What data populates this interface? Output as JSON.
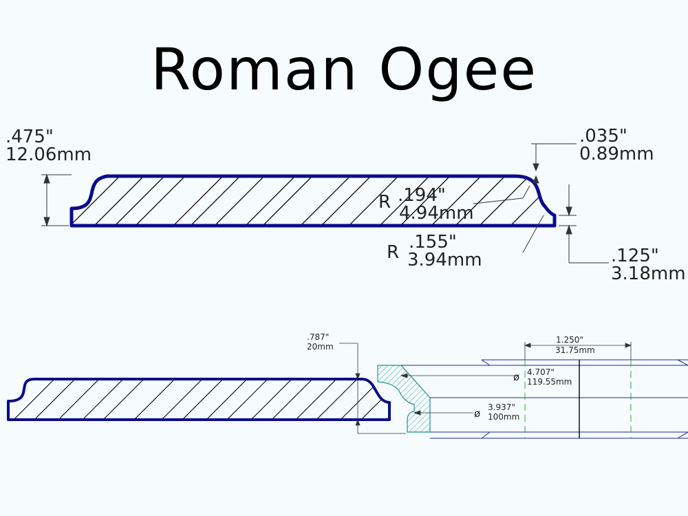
{
  "title": "Roman Ogee",
  "top_profile": {
    "height_in": ".475\"",
    "height_mm": "12.06mm",
    "step_in": ".035\"",
    "step_mm": "0.89mm",
    "radius1_prefix": "R",
    "radius1_in": ".194\"",
    "radius1_mm": "4.94mm",
    "radius2_prefix": "R",
    "radius2_in": ".155\"",
    "radius2_mm": "3.94mm",
    "lip_in": ".125\"",
    "lip_mm": "3.18mm"
  },
  "bottom_profile": {
    "height_in": ".787\"",
    "height_mm": "20mm",
    "width_in": "1.250\"",
    "width_mm": "31.75mm",
    "outer_dia_symbol": "ø",
    "outer_dia_in": "4.707\"",
    "outer_dia_mm": "119.55mm",
    "inner_dia_symbol": "ø",
    "inner_dia_in": "3.937\"",
    "inner_dia_mm": "100mm"
  },
  "colors": {
    "profile": "#0b0b8c",
    "hatch": "#000000",
    "dimension": "#333333",
    "section_hatch": "#2a9fa0",
    "centerline": "#3aa63a",
    "background": "#f6fbfd"
  }
}
